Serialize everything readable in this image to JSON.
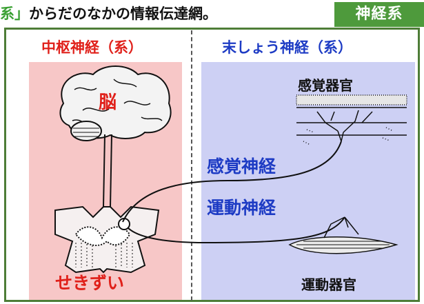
{
  "header": {
    "title_accent": "系」",
    "title_rest": "からだのなかの情報伝達網。",
    "badge": "神経系"
  },
  "central": {
    "heading": "中枢神経（系）",
    "brain_label": "脳",
    "spinal_label": "せきずい"
  },
  "peripheral": {
    "heading": "末しょう神経（系）",
    "sensory_organ": "感覚器官",
    "motor_organ": "運動器官",
    "sensory_nerve": "感覚神経",
    "motor_nerve": "運動神経"
  },
  "colors": {
    "central_red": "#e0201a",
    "peripheral_blue": "#1d3bc4",
    "badge_green": "#4e9a3c",
    "central_bg": "#f7c7c7",
    "peripheral_bg": "#cdd0f4"
  }
}
